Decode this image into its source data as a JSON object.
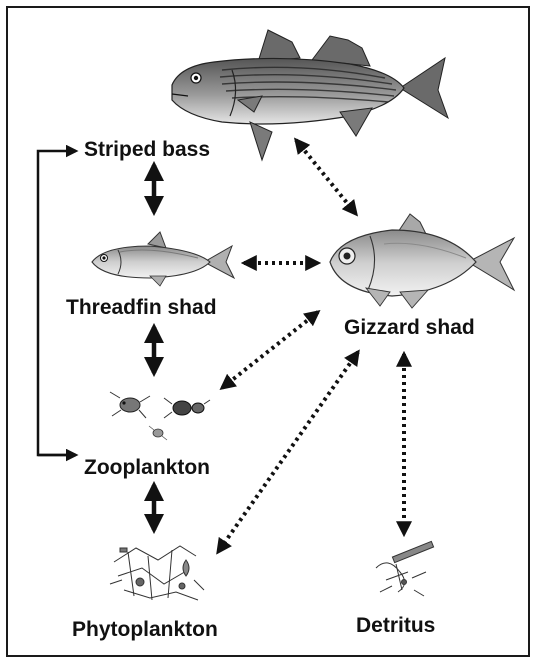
{
  "diagram": {
    "nodes": {
      "striped_bass": "Striped bass",
      "threadfin_shad": "Threadfin shad",
      "gizzard_shad": "Gizzard shad",
      "zooplankton": "Zooplankton",
      "phytoplankton": "Phytoplankton",
      "detritus": "Detritus"
    },
    "links": [
      {
        "from": "Striped bass",
        "to": "Threadfin shad",
        "style": "solid",
        "direction": "both"
      },
      {
        "from": "Threadfin shad",
        "to": "Zooplankton",
        "style": "solid",
        "direction": "both"
      },
      {
        "from": "Zooplankton",
        "to": "Phytoplankton",
        "style": "solid",
        "direction": "both"
      },
      {
        "from": "Striped bass",
        "to": "Gizzard shad",
        "style": "dotted",
        "direction": "both"
      },
      {
        "from": "Threadfin shad",
        "to": "Gizzard shad",
        "style": "dotted",
        "direction": "both"
      },
      {
        "from": "Gizzard shad",
        "to": "Zooplankton",
        "style": "dotted",
        "direction": "both"
      },
      {
        "from": "Gizzard shad",
        "to": "Phytoplankton",
        "style": "dotted",
        "direction": "both"
      },
      {
        "from": "Gizzard shad",
        "to": "Detritus",
        "style": "dotted",
        "direction": "both"
      },
      {
        "from": "Zooplankton",
        "to": "Striped bass",
        "style": "solid",
        "direction": "loop"
      }
    ],
    "colors": {
      "ink": "#111111",
      "fish_body": "#9a9a9a",
      "fish_dark": "#4a4a4a",
      "fish_light": "#dcdcdc"
    }
  }
}
